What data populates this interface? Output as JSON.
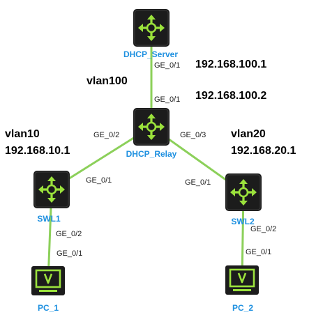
{
  "colors": {
    "link": "#8cd05a",
    "device_body": "#1c1c1c",
    "device_glyph": "#9be23c",
    "device_label": "#1e90e0",
    "text": "#000000"
  },
  "devices": {
    "dhcp_server": {
      "label": "DHCP_Server",
      "type": "router",
      "icon": "router-icon"
    },
    "dhcp_relay": {
      "label": "DHCP_Relay",
      "type": "router",
      "icon": "router-icon"
    },
    "swl1": {
      "label": "SWL1",
      "type": "router",
      "icon": "router-icon"
    },
    "swl2": {
      "label": "SWL2",
      "type": "router",
      "icon": "router-icon"
    },
    "pc1": {
      "label": "PC_1",
      "type": "pc",
      "icon": "pc-monitor-icon"
    },
    "pc2": {
      "label": "PC_2",
      "type": "pc",
      "icon": "pc-monitor-icon"
    }
  },
  "links": [
    {
      "from": "dhcp_server",
      "to": "dhcp_relay",
      "from_port": "GE_0/1",
      "to_port": "GE_0/1"
    },
    {
      "from": "dhcp_relay",
      "to": "swl1",
      "from_port": "GE_0/2",
      "to_port": "GE_0/1"
    },
    {
      "from": "dhcp_relay",
      "to": "swl2",
      "from_port": "GE_0/3",
      "to_port": "GE_0/1"
    },
    {
      "from": "swl1",
      "to": "pc1",
      "from_port": "GE_0/2",
      "to_port": "GE_0/1"
    },
    {
      "from": "swl2",
      "to": "pc2",
      "from_port": "GE_0/2",
      "to_port": "GE_0/1"
    }
  ],
  "annotations": {
    "server_ip": "192.168.100.1",
    "relay_ip": "192.168.100.2",
    "vlan100": "vlan100",
    "vlan10": "vlan10",
    "vlan10_ip": "192.168.10.1",
    "vlan20": "vlan20",
    "vlan20_ip": "192.168.20.1"
  }
}
